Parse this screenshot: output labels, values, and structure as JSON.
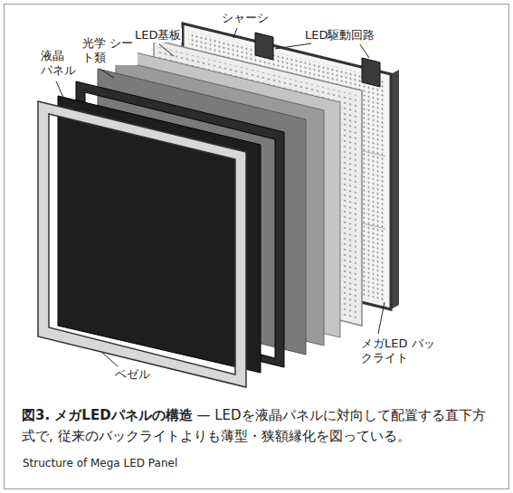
{
  "diagram": {
    "title": "図3. メガLEDパネルの構造",
    "caption": "— LEDを液晶パネルに対向して配置する直下方式で, 従来のバックライトよりも薄型・狭額縁化を図っている。",
    "labels": [
      "液晶 パネル",
      "光学 シート類",
      "LED基板",
      "シャーシ",
      "LED駆動回路",
      "メガLED バックライト",
      "ベゼル",
      "Structure of Mega LED Panel"
    ]
  }
}
